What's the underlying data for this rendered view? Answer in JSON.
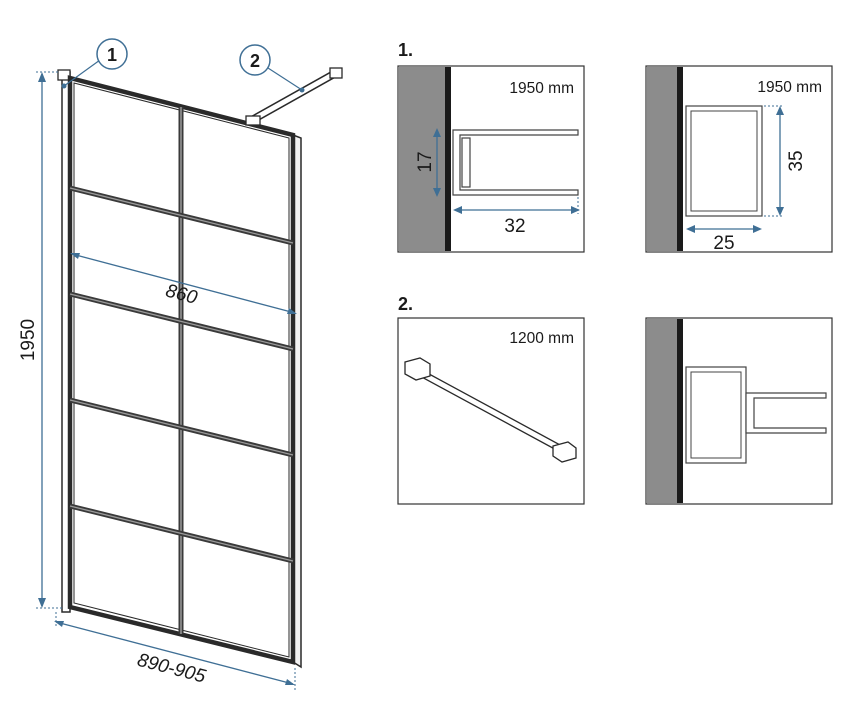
{
  "callouts": [
    {
      "number": "1"
    },
    {
      "number": "2"
    }
  ],
  "main": {
    "height_label": "1950",
    "width_label": "860",
    "range_label": "890-905"
  },
  "section1": {
    "heading": "1.",
    "panel_a": {
      "length_label": "1950 mm",
      "dim_height": "17",
      "dim_width": "32"
    },
    "panel_b": {
      "length_label": "1950 mm",
      "dim_height": "35",
      "dim_width": "25"
    }
  },
  "section2": {
    "heading": "2.",
    "panel_a": {
      "length_label": "1200 mm"
    }
  },
  "colors": {
    "dimension": "#3f6f95",
    "wall": "#8c8c8c",
    "frame": "#2a2a2a"
  }
}
